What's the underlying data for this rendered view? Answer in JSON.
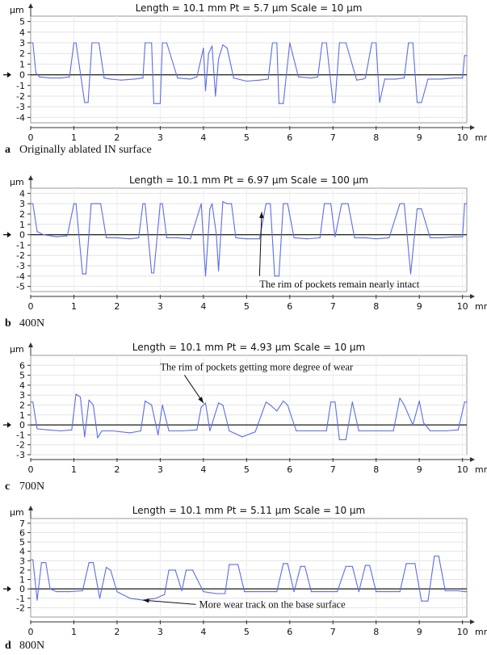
{
  "chart_data": [
    {
      "type": "line",
      "panel_letter": "a",
      "caption": "Originally ablated IN surface",
      "header": "Length = 10.1 mm Pt = 5.7 µm Scale = 10 µm",
      "y_unit": "µm",
      "x_unit": "mm",
      "ylim": [
        -4.5,
        5.5
      ],
      "y_ticks": [
        5,
        4,
        3,
        2,
        1,
        0,
        -1,
        -2,
        -3,
        -4
      ],
      "xlim": [
        0,
        10.1
      ],
      "x_ticks": [
        0,
        1,
        2,
        3,
        4,
        5,
        6,
        7,
        8,
        9,
        10
      ],
      "grid": true,
      "line_color": "#5b6ee6",
      "annotation": "",
      "series": [
        {
          "x": [
            0,
            0.05,
            0.12,
            0.2,
            0.45,
            0.7,
            0.9,
            1.0,
            1.05,
            1.25,
            1.33,
            1.42,
            1.5,
            1.58,
            1.7,
            1.85,
            2.1,
            2.4,
            2.6,
            2.65,
            2.8,
            2.85,
            3.0,
            3.05,
            3.15,
            3.4,
            3.7,
            3.85,
            4.0,
            4.05,
            4.12,
            4.2,
            4.28,
            4.35,
            4.45,
            4.55,
            4.62,
            4.7,
            4.8,
            5.0,
            5.3,
            5.5,
            5.6,
            5.7,
            5.75,
            5.85,
            6.0,
            6.2,
            6.5,
            6.65,
            6.75,
            6.85,
            7.0,
            7.05,
            7.15,
            7.3,
            7.55,
            7.7,
            7.75,
            7.9,
            8.0,
            8.08,
            8.2,
            8.45,
            8.65,
            8.75,
            8.85,
            8.95,
            9.05,
            9.2,
            9.5,
            9.8,
            10.0,
            10.05,
            10.1
          ],
          "y": [
            3.0,
            3.0,
            0.2,
            -0.2,
            -0.3,
            -0.3,
            -0.2,
            3.0,
            3.0,
            -2.6,
            -2.6,
            3.0,
            3.0,
            3.0,
            -0.3,
            -0.4,
            -0.5,
            -0.4,
            -0.3,
            3.0,
            3.0,
            -2.7,
            -2.7,
            3.0,
            3.0,
            -0.3,
            -0.4,
            -0.2,
            2.5,
            -1.5,
            2.0,
            2.7,
            -2.0,
            1.5,
            2.8,
            2.5,
            1.2,
            -0.3,
            -0.4,
            -0.6,
            -0.5,
            -0.4,
            3.0,
            3.0,
            -2.7,
            -2.7,
            3.0,
            -0.2,
            -0.3,
            -0.2,
            3.0,
            3.0,
            -2.6,
            -2.6,
            3.0,
            3.0,
            -0.5,
            -0.4,
            -0.3,
            3.0,
            3.0,
            -2.6,
            -0.4,
            -0.4,
            -0.3,
            3.0,
            3.0,
            -2.6,
            -2.6,
            -0.4,
            -0.4,
            -0.3,
            -0.3,
            1.8,
            1.8
          ]
        }
      ]
    },
    {
      "type": "line",
      "panel_letter": "b",
      "caption": "400N",
      "header": "Length = 10.1 mm Pt = 6.97 µm Scale = 100 µm",
      "y_unit": "µm",
      "x_unit": "mm",
      "ylim": [
        -5.5,
        4.5
      ],
      "y_ticks": [
        4,
        3,
        2,
        1,
        0,
        -1,
        -2,
        -3,
        -4,
        -5
      ],
      "xlim": [
        0,
        10.1
      ],
      "x_ticks": [
        0,
        1,
        2,
        3,
        4,
        5,
        6,
        7,
        8,
        9,
        10
      ],
      "grid": true,
      "line_color": "#5b6ee6",
      "annotation": "The rim of pockets remain nearly intact",
      "annotation_target": [
        5.35,
        2.2
      ],
      "annotation_text_anchor": [
        5.3,
        -5.1
      ],
      "series": [
        {
          "x": [
            0,
            0.05,
            0.15,
            0.3,
            0.6,
            0.85,
            1.0,
            1.05,
            1.2,
            1.28,
            1.4,
            1.55,
            1.62,
            1.75,
            2.0,
            2.3,
            2.5,
            2.6,
            2.65,
            2.8,
            2.85,
            3.0,
            3.05,
            3.15,
            3.4,
            3.7,
            3.95,
            4.05,
            4.15,
            4.2,
            4.3,
            4.35,
            4.45,
            4.55,
            4.65,
            4.75,
            5.0,
            5.3,
            5.45,
            5.55,
            5.65,
            5.75,
            5.85,
            5.95,
            6.1,
            6.4,
            6.7,
            6.8,
            6.95,
            7.05,
            7.2,
            7.35,
            7.5,
            7.6,
            7.75,
            8.0,
            8.3,
            8.55,
            8.65,
            8.8,
            8.95,
            9.05,
            9.25,
            9.5,
            9.8,
            10.0,
            10.05,
            10.1
          ],
          "y": [
            3.0,
            3.0,
            0.3,
            0.0,
            -0.2,
            -0.1,
            3.0,
            3.0,
            -3.8,
            -3.8,
            3.0,
            3.0,
            3.0,
            -0.3,
            -0.3,
            -0.4,
            -0.3,
            3.0,
            3.0,
            -3.7,
            -3.7,
            3.0,
            3.0,
            -0.3,
            -0.3,
            -0.4,
            3.0,
            -4.0,
            2.5,
            3.0,
            0.0,
            -3.5,
            3.2,
            3.0,
            3.0,
            -0.3,
            -0.4,
            -0.4,
            3.0,
            3.0,
            -4.0,
            -4.0,
            3.0,
            3.0,
            -0.3,
            -0.4,
            -0.3,
            3.0,
            3.0,
            -0.2,
            3.0,
            3.0,
            -0.3,
            -0.3,
            -0.3,
            -0.4,
            -0.3,
            3.0,
            3.0,
            -3.8,
            2.5,
            2.5,
            -0.3,
            -0.3,
            -0.2,
            -0.2,
            3.0,
            3.0
          ]
        }
      ]
    },
    {
      "type": "line",
      "panel_letter": "c",
      "caption": "700N",
      "header": "Length = 10.1 mm Pt = 4.93 µm Scale = 10 µm",
      "y_unit": "µm",
      "x_unit": "mm",
      "ylim": [
        -3,
        7
      ],
      "y_ticks": [
        6,
        5,
        4,
        3,
        2,
        1,
        0,
        -1,
        -2,
        -3
      ],
      "xlim": [
        0,
        10.1
      ],
      "x_ticks": [
        0,
        1,
        2,
        3,
        4,
        5,
        6,
        7,
        8,
        9,
        10
      ],
      "grid": true,
      "line_color": "#5b6ee6",
      "annotation": "The rim of pockets getting more degree of wear",
      "annotation_target": [
        4.0,
        2.2
      ],
      "annotation_text_anchor": [
        3.0,
        5.5
      ],
      "series": [
        {
          "x": [
            0,
            0.05,
            0.15,
            0.4,
            0.7,
            0.95,
            1.05,
            1.15,
            1.25,
            1.35,
            1.45,
            1.55,
            1.65,
            1.9,
            2.3,
            2.55,
            2.65,
            2.8,
            2.95,
            3.05,
            3.2,
            3.5,
            3.85,
            3.95,
            4.05,
            4.15,
            4.35,
            4.45,
            4.6,
            4.9,
            5.2,
            5.45,
            5.55,
            5.7,
            5.85,
            5.95,
            6.15,
            6.5,
            6.85,
            6.95,
            7.05,
            7.15,
            7.3,
            7.45,
            7.6,
            8.0,
            8.4,
            8.55,
            8.65,
            8.85,
            9.0,
            9.1,
            9.25,
            9.6,
            9.9,
            10.05,
            10.1
          ],
          "y": [
            2.3,
            2.3,
            -0.4,
            -0.5,
            -0.6,
            -0.5,
            3.1,
            2.8,
            -1.2,
            2.5,
            2.0,
            -1.3,
            -0.6,
            -0.6,
            -0.8,
            -0.6,
            2.4,
            2.0,
            -1.0,
            2.0,
            -0.6,
            -0.6,
            -0.5,
            1.8,
            2.2,
            -0.6,
            2.2,
            2.0,
            -0.6,
            -1.2,
            -0.7,
            2.3,
            2.0,
            1.4,
            2.4,
            2.0,
            -0.6,
            -0.6,
            -0.6,
            2.3,
            2.3,
            -1.5,
            -1.5,
            2.3,
            -0.6,
            -0.6,
            -0.6,
            2.7,
            2.0,
            0.0,
            2.4,
            0.2,
            -0.6,
            -0.6,
            -0.5,
            2.3,
            2.3
          ]
        }
      ]
    },
    {
      "type": "line",
      "panel_letter": "d",
      "caption": "800N",
      "header": "Length = 10.1 mm Pt = 5.11 µm Scale = 10 µm",
      "y_unit": "µm",
      "x_unit": "mm",
      "ylim": [
        -3,
        7.5
      ],
      "y_ticks": [
        7,
        6,
        5,
        4,
        3,
        2,
        1,
        0,
        -1,
        -2
      ],
      "xlim": [
        0,
        10.1
      ],
      "x_ticks": [
        0,
        1,
        2,
        3,
        4,
        5,
        6,
        7,
        8,
        9,
        10
      ],
      "grid": true,
      "line_color": "#5b6ee6",
      "annotation": "More wear track on the base surface",
      "annotation_target": [
        2.6,
        -1.2
      ],
      "annotation_text_anchor": [
        3.9,
        -2.0
      ],
      "series": [
        {
          "x": [
            0,
            0.05,
            0.15,
            0.25,
            0.35,
            0.45,
            0.6,
            0.9,
            1.2,
            1.35,
            1.45,
            1.6,
            1.75,
            1.85,
            2.0,
            2.3,
            2.6,
            2.9,
            3.1,
            3.2,
            3.35,
            3.5,
            3.6,
            3.75,
            4.0,
            4.3,
            4.5,
            4.6,
            4.8,
            4.95,
            5.1,
            5.4,
            5.7,
            5.85,
            5.95,
            6.1,
            6.25,
            6.35,
            6.5,
            6.8,
            7.1,
            7.3,
            7.45,
            7.6,
            7.75,
            7.85,
            8.0,
            8.3,
            8.55,
            8.7,
            8.9,
            9.05,
            9.2,
            9.35,
            9.45,
            9.6,
            9.9,
            10.05,
            10.1
          ],
          "y": [
            3.1,
            3.1,
            -1.2,
            2.8,
            2.8,
            0.0,
            -0.3,
            -0.3,
            -0.2,
            2.8,
            2.8,
            -1.0,
            2.3,
            2.0,
            -0.3,
            -1.0,
            -1.2,
            -1.0,
            -0.6,
            2.0,
            2.0,
            -0.2,
            2.0,
            2.0,
            -0.3,
            -0.5,
            -0.5,
            2.6,
            2.6,
            -0.3,
            -0.3,
            -0.3,
            -0.3,
            2.7,
            2.7,
            -0.3,
            2.4,
            2.4,
            -0.3,
            -0.3,
            -0.3,
            2.4,
            2.4,
            -0.3,
            2.5,
            2.5,
            -0.3,
            -0.3,
            -0.3,
            2.7,
            2.7,
            -1.3,
            -1.3,
            3.5,
            3.5,
            -0.2,
            -0.2,
            -0.3,
            -0.3
          ]
        }
      ]
    }
  ]
}
